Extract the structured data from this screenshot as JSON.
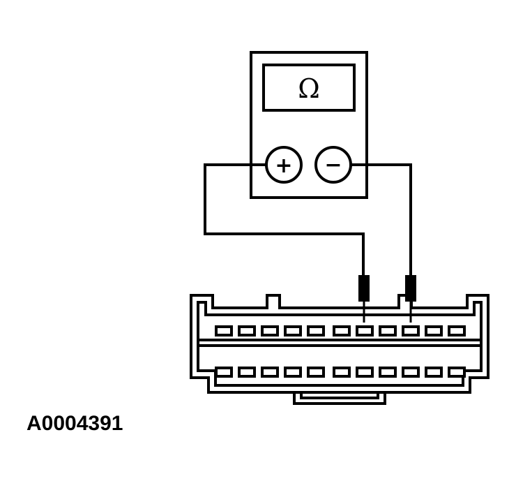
{
  "meter": {
    "display_symbol": "Ω",
    "positive_terminal": "+",
    "negative_terminal": "−"
  },
  "connector": {
    "rows": 2,
    "pins_per_row": 11,
    "probed_pins_top_row": [
      7,
      9
    ]
  },
  "figure_id": "A0004391",
  "colors": {
    "line": "#000000",
    "background": "#ffffff"
  }
}
